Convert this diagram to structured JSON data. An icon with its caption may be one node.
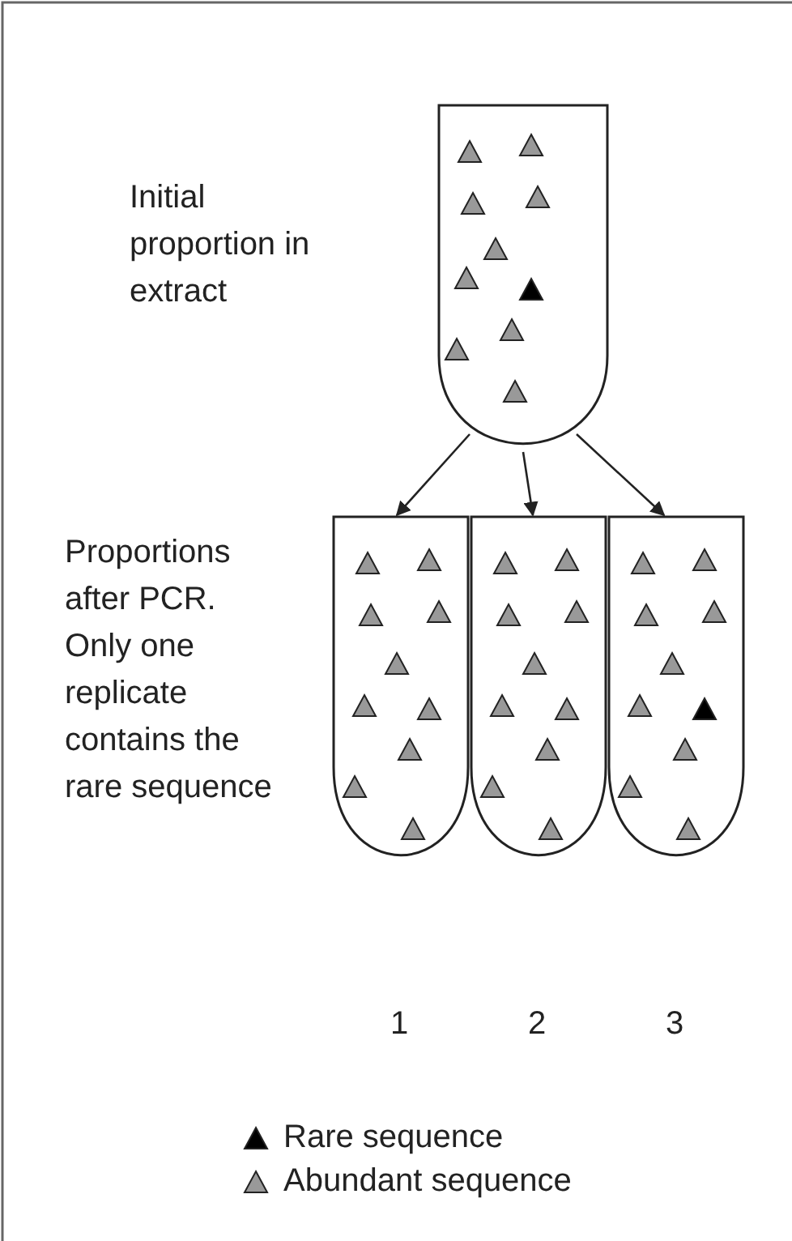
{
  "diagram": {
    "nodes": [
      {
        "text": [],
        "shape": "tube"
      },
      {
        "text": [],
        "shape": "tube"
      },
      {
        "text": [],
        "shape": "tube"
      },
      {
        "text": [],
        "shape": "tube"
      }
    ],
    "edges": [
      {
        "from": 0,
        "to": 1,
        "arrow": "to"
      },
      {
        "from": 0,
        "to": 2,
        "arrow": "to"
      },
      {
        "from": 0,
        "to": 3,
        "arrow": "to"
      }
    ],
    "labels": [
      "Initial proportion in extract",
      "Proportions after PCR. Only one replicate contains the rare sequence",
      "1",
      "2",
      "3"
    ],
    "legend": [
      {
        "text": "Rare sequence"
      },
      {
        "text": "Abundant sequence"
      }
    ]
  }
}
